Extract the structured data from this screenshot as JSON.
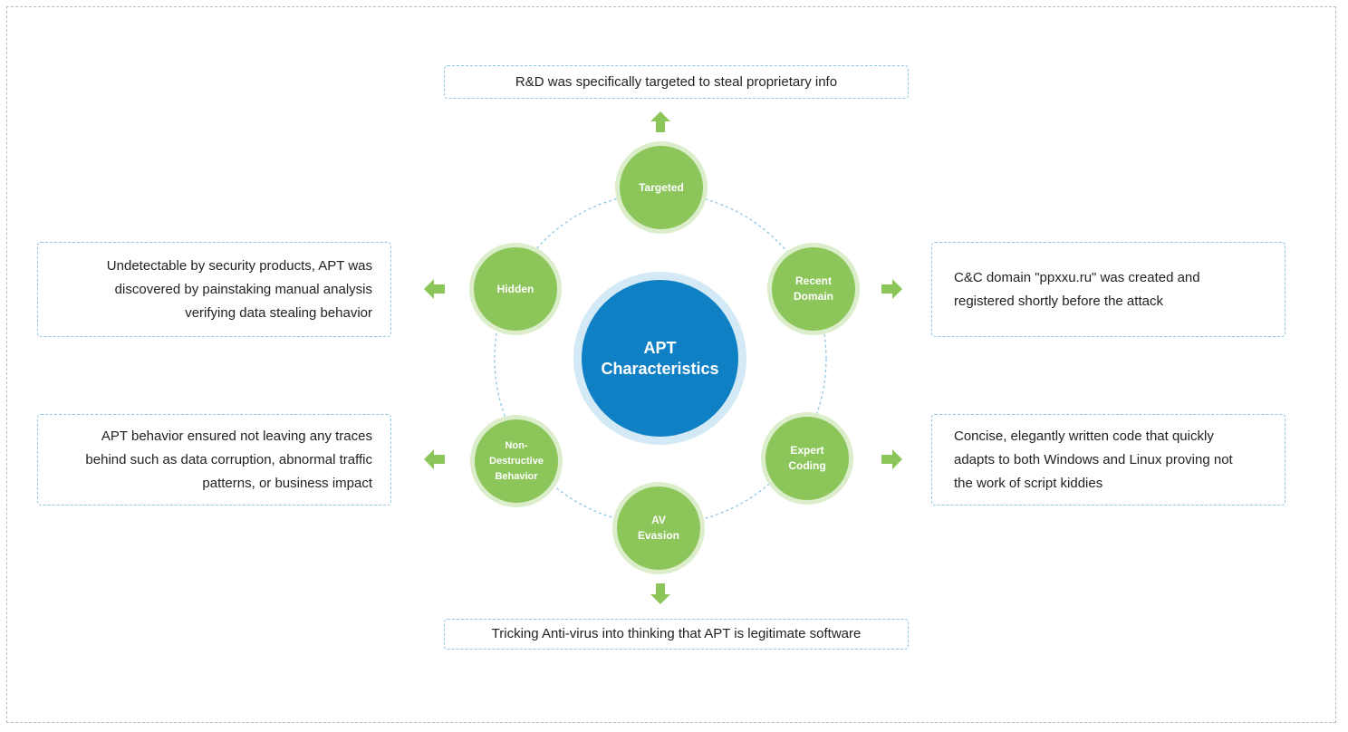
{
  "center": {
    "label": "APT\nCharacteristics"
  },
  "nodes": {
    "targeted": "Targeted",
    "recent_domain": "Recent\nDomain",
    "expert_coding": "Expert\nCoding",
    "av_evasion": "AV\nEvasion",
    "non_destructive": "Non-Destructive\nBehavior",
    "hidden": "Hidden"
  },
  "descriptions": {
    "targeted": "R&D was specifically targeted to steal proprietary info",
    "recent_domain": [
      "C&C domain \"ppxxu.ru\" was created and",
      "registered shortly before the attack"
    ],
    "expert_coding": [
      "Concise, elegantly written code that quickly",
      "adapts to both Windows and Linux proving not",
      "the work of script kiddies"
    ],
    "av_evasion": "Tricking Anti-virus into thinking that APT is legitimate software",
    "non_destructive": [
      "APT behavior ensured not leaving any traces",
      "behind such as data corruption, abnormal traffic",
      "patterns, or business impact"
    ],
    "hidden": [
      "Undetectable by security products, APT was",
      "discovered by painstaking manual analysis",
      "verifying data stealing behavior"
    ]
  },
  "colors": {
    "node_green": "#8cc65a",
    "node_ring": "#dcedcc",
    "center_blue": "#0f80c4",
    "center_ring": "#d3e9f6",
    "dashed_blue": "#8fc6e3",
    "arrow_green": "#8cc65a"
  }
}
